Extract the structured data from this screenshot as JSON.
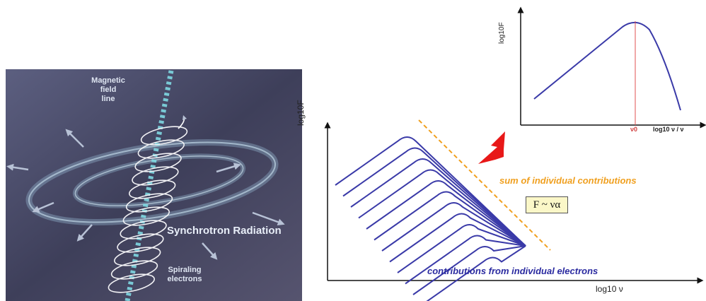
{
  "left_panel": {
    "magnetic_label": "Magnetic\nfield\nline",
    "synchrotron_label": "Synchrotron Radiation",
    "spiraling_label": "Spiraling\nelectrons"
  },
  "main_plot": {
    "y_axis_label": "log10F",
    "x_axis_label": "log10 ν",
    "sum_label": "sum of individual contributions",
    "individual_label": "contributions from individual electrons",
    "formula": "F ~ να",
    "curve_count": 12
  },
  "inset_plot": {
    "y_axis_label": "log10F",
    "x_axis_label": "log10 ν / ν",
    "peak_label": "ν0"
  },
  "colors": {
    "panel_bg_top": "#3a3c56",
    "panel_bg_bottom": "#5a5877",
    "curve_color": "#3a3aa8",
    "dashed_color": "#f0a020",
    "arrow_color": "#e81818",
    "peak_marker_color": "#e05050"
  }
}
